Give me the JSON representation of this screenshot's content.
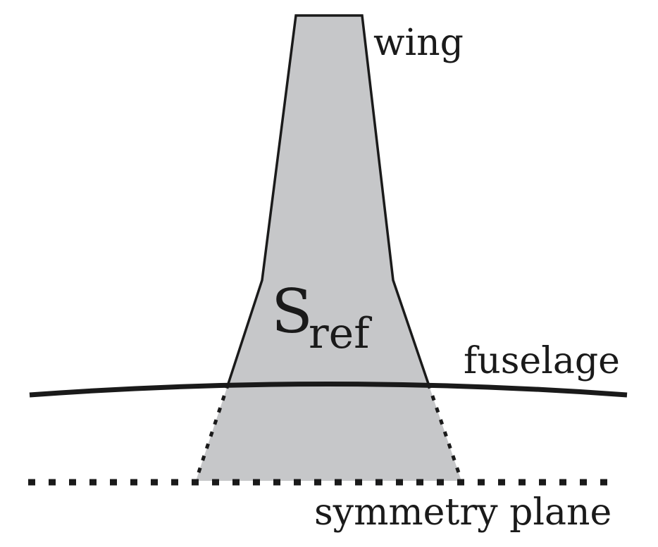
{
  "labels": {
    "wing": "wing",
    "fuselage": "fuselage",
    "symmetry_plane": "symmetry plane",
    "area_symbol": "S",
    "area_subscript": "ref"
  },
  "colors": {
    "wing_fill": "#c6c7c9",
    "outline": "#1a1a1a",
    "background": "#ffffff"
  }
}
